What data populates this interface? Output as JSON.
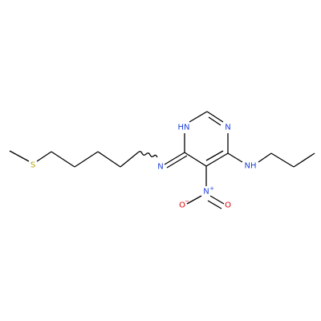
{
  "molecule": {
    "atoms": {
      "S": {
        "symbol": "S",
        "color": "#b2a200"
      },
      "NH_ring": {
        "symbol": "HN",
        "color": "#1c3fd8"
      },
      "N_ring": {
        "symbol": "N",
        "color": "#1c3fd8"
      },
      "N_imine": {
        "symbol": "N",
        "color": "#1c3fd8"
      },
      "NH_amine": {
        "symbol": "NH",
        "color": "#1c3fd8"
      },
      "N_nitro": {
        "symbol": "N",
        "color": "#1c3fd8"
      },
      "O_left": {
        "symbol": "O",
        "color": "#e00000"
      },
      "O_right": {
        "symbol": "O",
        "color": "#e00000"
      }
    },
    "charges": {
      "N_nitro": "+",
      "O_left": "−"
    }
  }
}
